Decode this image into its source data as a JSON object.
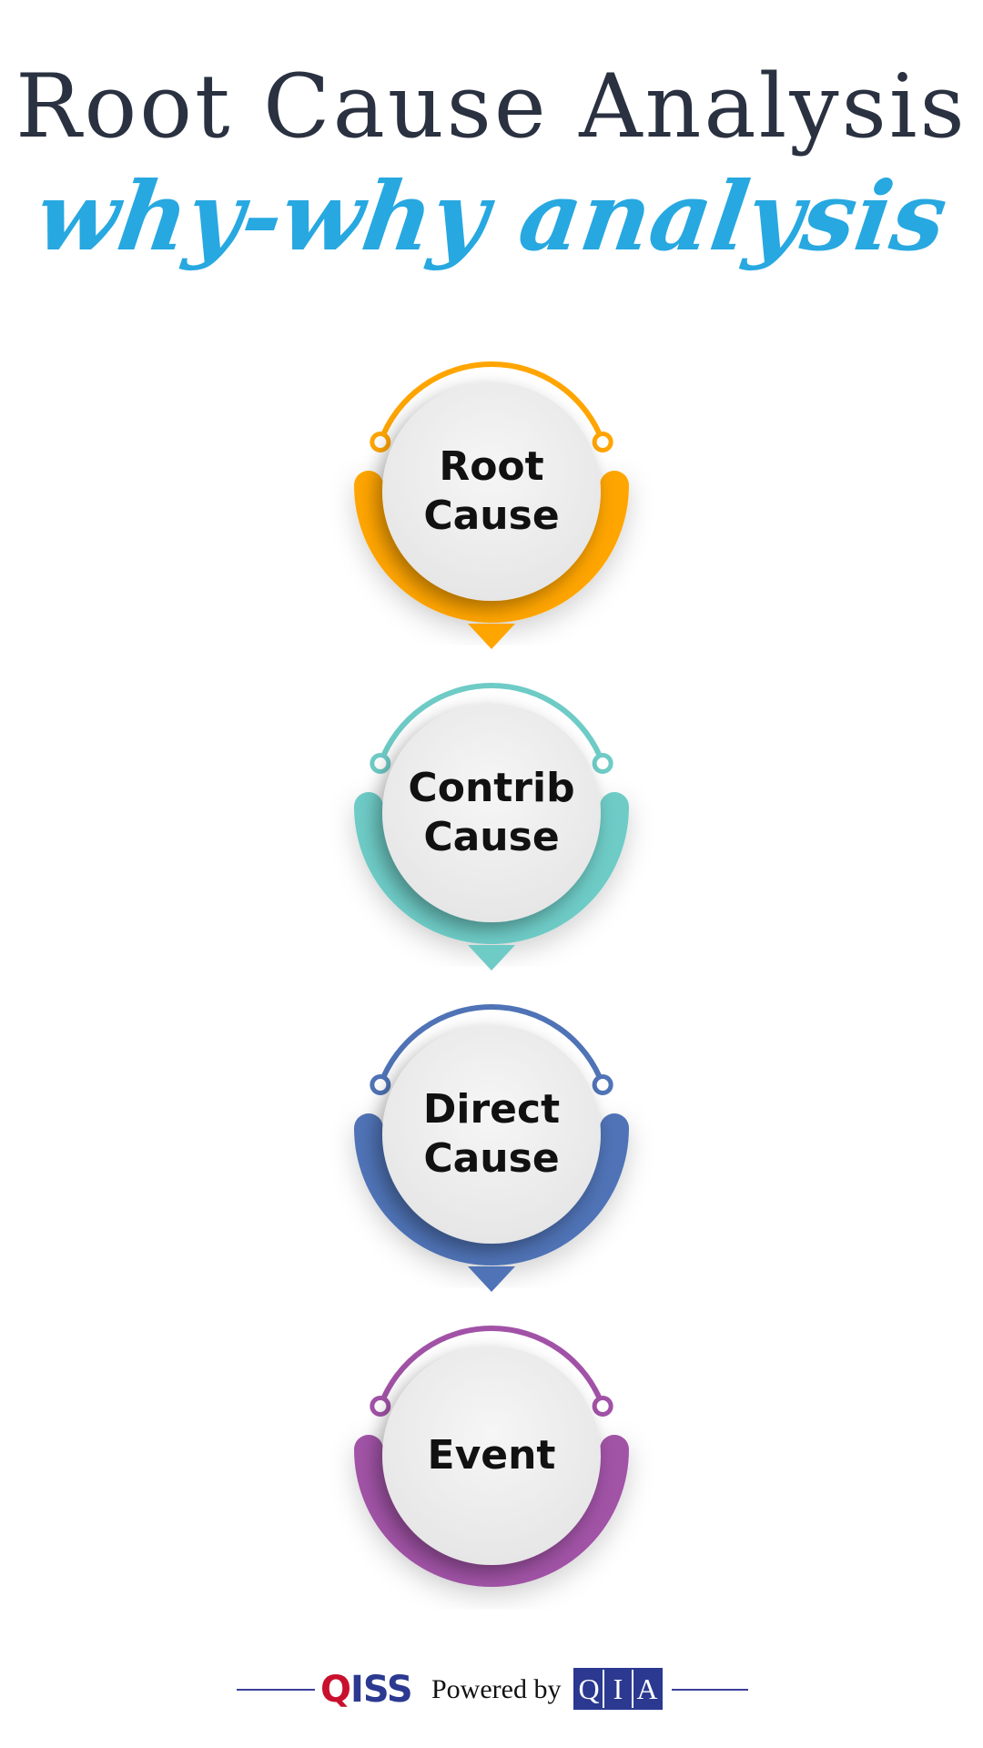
{
  "header": {
    "title": "Root Cause Analysis",
    "subtitle": "why-why analysis"
  },
  "diagram": {
    "nodes": [
      {
        "lines": [
          "Root",
          "Cause"
        ],
        "color": "#FFA500",
        "has_pointer": true
      },
      {
        "lines": [
          "Contrib",
          "Cause"
        ],
        "color": "#6ECBC6",
        "has_pointer": true
      },
      {
        "lines": [
          "Direct",
          "Cause"
        ],
        "color": "#4F73B6",
        "has_pointer": true
      },
      {
        "lines": [
          "Event"
        ],
        "color": "#A152A6",
        "has_pointer": false
      }
    ],
    "circle_fill": "#EFEFEF"
  },
  "footer": {
    "left_logo": {
      "q": "Q",
      "rest": "ISS"
    },
    "powered_by": "Powered by",
    "right_logo": [
      "Q",
      "I",
      "A"
    ],
    "line_color": "#3B3F9A"
  }
}
